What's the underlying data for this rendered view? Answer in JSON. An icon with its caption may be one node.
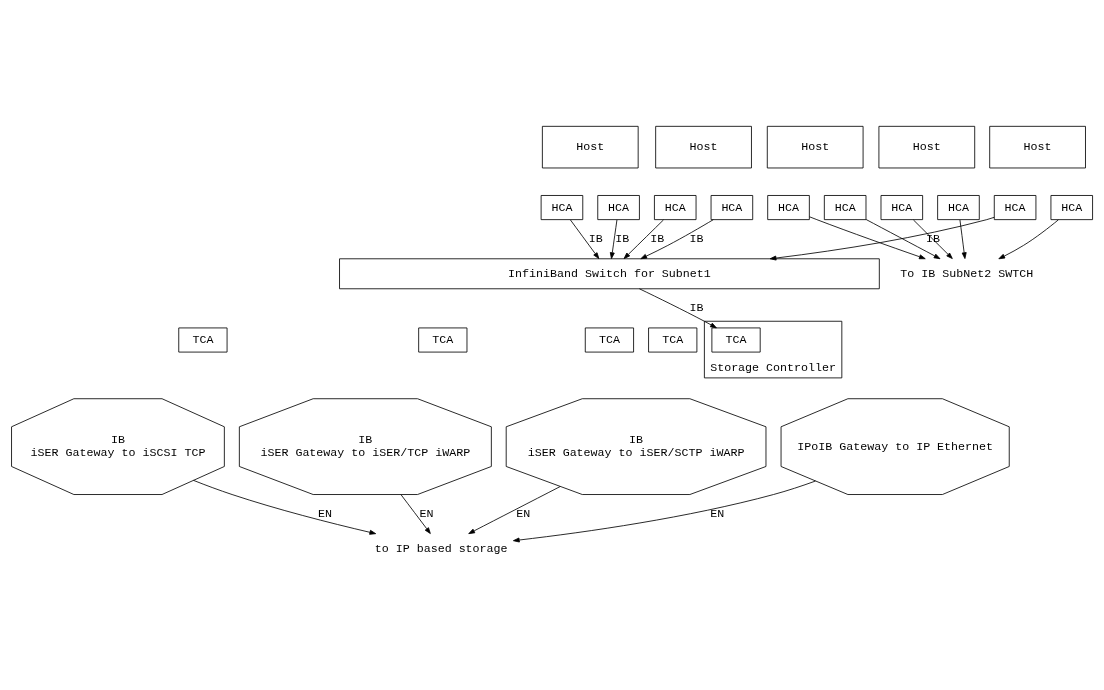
{
  "diagram": {
    "nodes": [
      {
        "text": [
          "Host"
        ]
      },
      {
        "text": [
          "Host"
        ]
      },
      {
        "text": [
          "Host"
        ]
      },
      {
        "text": [
          "Host"
        ]
      },
      {
        "text": [
          "Host"
        ]
      },
      {
        "text": [
          "HCA"
        ]
      },
      {
        "text": [
          "HCA"
        ]
      },
      {
        "text": [
          "HCA"
        ]
      },
      {
        "text": [
          "HCA"
        ]
      },
      {
        "text": [
          "HCA"
        ]
      },
      {
        "text": [
          "HCA"
        ]
      },
      {
        "text": [
          "HCA"
        ]
      },
      {
        "text": [
          "HCA"
        ]
      },
      {
        "text": [
          "HCA"
        ]
      },
      {
        "text": [
          "HCA"
        ]
      },
      {
        "text": [
          "To IB SubNet2 SWTCH"
        ]
      },
      {
        "text": [
          "InfiniBand Switch for Subnet1"
        ]
      },
      {
        "text": [
          "TCA"
        ]
      },
      {
        "text": [
          "TCA"
        ]
      },
      {
        "text": [
          "TCA"
        ]
      },
      {
        "text": [
          "TCA"
        ]
      },
      {
        "text": [
          "Storage Controller"
        ]
      },
      {
        "text": [
          "TCA"
        ],
        "in": 21
      },
      {
        "text": [
          "IB",
          "iSER Gateway to iSCSI TCP"
        ]
      },
      {
        "text": [
          "IB",
          "iSER Gateway to iSER/TCP iWARP"
        ]
      },
      {
        "text": [
          "IB",
          "iSER Gateway to iSER/SCTP iWARP"
        ]
      },
      {
        "text": [
          "IPoIB Gateway to IP Ethernet"
        ]
      },
      {
        "text": [
          "to IP based storage"
        ]
      }
    ],
    "edges": [
      {
        "from": 5,
        "to": 16,
        "arrow": "to",
        "label": "IB"
      },
      {
        "from": 6,
        "to": 15,
        "arrow": "to"
      },
      {
        "from": 7,
        "to": 16,
        "arrow": "to",
        "label": "IB"
      },
      {
        "from": 8,
        "to": 15,
        "arrow": "to"
      },
      {
        "from": 9,
        "to": 16,
        "arrow": "to",
        "label": "IB"
      },
      {
        "from": 10,
        "to": 15,
        "arrow": "to"
      },
      {
        "from": 11,
        "to": 16,
        "arrow": "to",
        "label": "IB"
      },
      {
        "from": 12,
        "to": 15,
        "arrow": "to"
      },
      {
        "from": 13,
        "to": 16,
        "arrow": "to",
        "label": "IB"
      },
      {
        "from": 14,
        "to": 15,
        "arrow": "to"
      },
      {
        "from": 16,
        "to": 22,
        "arrow": "to",
        "label": "IB"
      },
      {
        "from": 23,
        "to": 27,
        "arrow": "to",
        "label": "EN"
      },
      {
        "from": 24,
        "to": 27,
        "arrow": "to",
        "label": "EN"
      },
      {
        "from": 25,
        "to": 27,
        "arrow": "to",
        "label": "EN"
      },
      {
        "from": 26,
        "to": 27,
        "arrow": "to",
        "label": "EN"
      }
    ]
  }
}
